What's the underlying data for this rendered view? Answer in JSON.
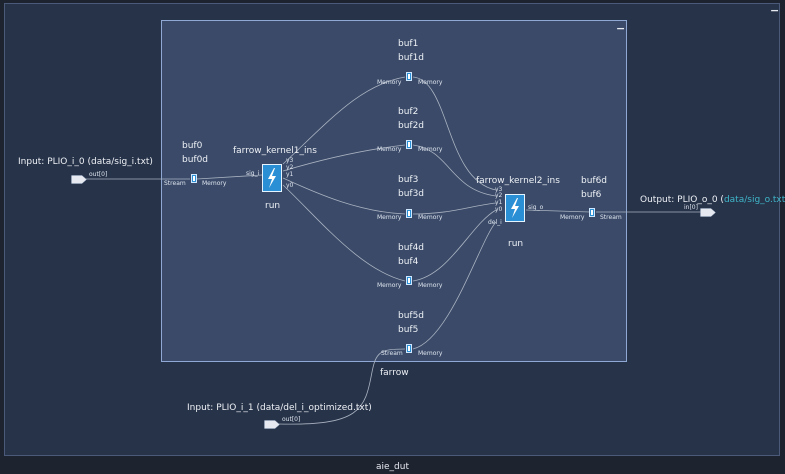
{
  "graph_title": "aie_dut",
  "subgraph_title": "farrow",
  "minimize_symbol": "−",
  "ports": {
    "input_0": {
      "prefix": "Input: PLIO_i_0 (data/sig_i.txt)",
      "port": "out[0]"
    },
    "input_1": {
      "prefix": "Input: PLIO_i_1 (data/del_i_optimized.txt)",
      "port": "out[0]"
    },
    "output_0": {
      "prefix": "Output: PLIO_o_0 (",
      "link": "data/sig_o.txt",
      "suffix": ")",
      "port": "in[0]"
    }
  },
  "kernels": [
    {
      "name": "farrow_kernel1_ins",
      "action": "run",
      "in_ports": [
        "sig_i"
      ],
      "out_ports": [
        "y3",
        "y2",
        "y1",
        "y0"
      ]
    },
    {
      "name": "farrow_kernel2_ins",
      "action": "run",
      "in_ports": [
        "y3",
        "y2",
        "y1",
        "y0",
        "del_i"
      ],
      "out_ports": [
        "sig_o"
      ]
    }
  ],
  "buffers": [
    {
      "top": "buf0",
      "bottom": "buf0d",
      "left_label": "Stream",
      "right_label": "Memory"
    },
    {
      "top": "buf1",
      "bottom": "buf1d",
      "left_label": "Memory",
      "right_label": "Memory"
    },
    {
      "top": "buf2",
      "bottom": "buf2d",
      "left_label": "Memory",
      "right_label": "Memory"
    },
    {
      "top": "buf3",
      "bottom": "buf3d",
      "left_label": "Memory",
      "right_label": "Memory"
    },
    {
      "top": "buf4d",
      "bottom": "buf4",
      "left_label": "Memory",
      "right_label": "Memory"
    },
    {
      "top": "buf5d",
      "bottom": "buf5",
      "left_label": "Stream",
      "right_label": "Memory"
    },
    {
      "top": "buf6d",
      "bottom": "buf6",
      "left_label": "Memory",
      "right_label": "Stream"
    }
  ],
  "colors": {
    "background": "#1e2330",
    "outer_graph": "#273349",
    "subgraph": "#3a4a68",
    "wire": "#aab3c2",
    "kernel": "#2b8fd6",
    "link": "#3fb6c9"
  }
}
